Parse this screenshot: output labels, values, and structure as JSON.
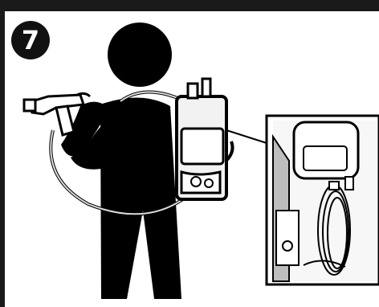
{
  "step": {
    "number": "7"
  },
  "colors": {
    "ink": "#000000",
    "frame": "#1a1a1a",
    "paper": "#ffffff",
    "hose": "#d9d9d9",
    "device": "#f2f2f2",
    "shadow": "#b9b9b9"
  },
  "figures": [
    {
      "role": "person",
      "icon": "person-silhouette-icon"
    },
    {
      "role": "sprayer",
      "icon": "spray-gun-icon"
    },
    {
      "role": "backpack",
      "icon": "backpack-sprayer-icon"
    },
    {
      "role": "detail",
      "icon": "hose-coiled-detail-icon"
    }
  ]
}
